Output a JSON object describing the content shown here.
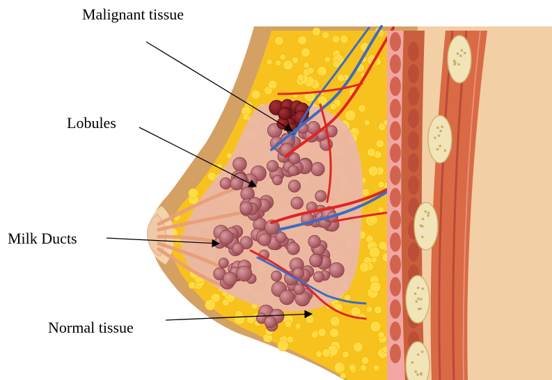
{
  "labels": {
    "malignant": "Malignant tissue",
    "lobules": "Lobules",
    "milk_ducts": "Milk Ducts",
    "normal": "Normal tissue"
  },
  "colors": {
    "skin": "#d4a064",
    "skin_light": "#f2d3aa",
    "fat": "#f7c21d",
    "fat_blob": "#ffdc47",
    "lobule": "#a85a5f",
    "lobule_highlight": "#c9878b",
    "tissue_pink": "#eab7a6",
    "malignant": "#7a1e22",
    "artery": "#e02424",
    "vein": "#3a6cc4",
    "muscle": "#c95f3d",
    "muscle_fiber": "#b94a36",
    "rib": "#f1e4b8",
    "rib_dot": "#c9b068",
    "chest_wall": "#f3cfa5",
    "pointer": "#000000"
  }
}
